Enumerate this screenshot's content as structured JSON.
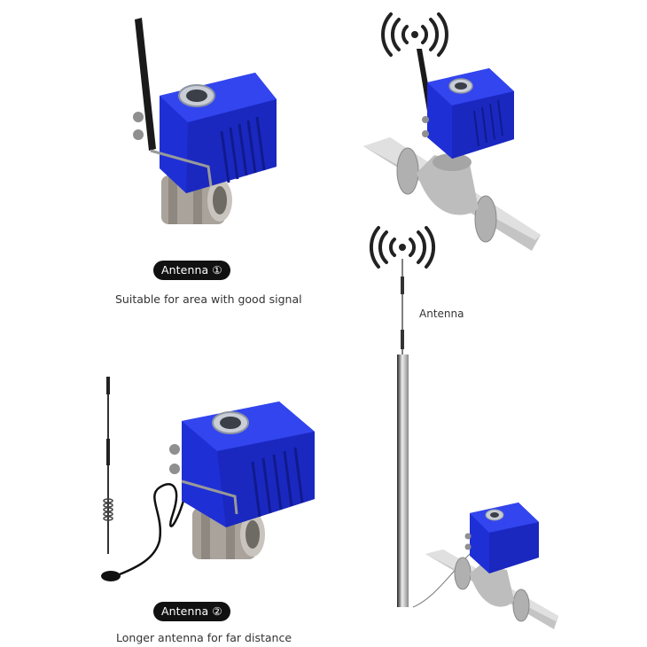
{
  "panels": [
    {
      "id": "antenna-1",
      "badge": "Antenna ①",
      "caption": "Suitable for area with good signal",
      "antenna_type": "short-whip-antenna"
    },
    {
      "id": "antenna-2",
      "badge": "Antenna ②",
      "caption": "Longer antenna for far distance",
      "antenna_type": "magnetic-base-spring-antenna"
    }
  ],
  "right_panel": {
    "antenna_label": "Antenna",
    "icons": [
      "wifi-signal-icon",
      "wifi-signal-icon"
    ]
  },
  "colors": {
    "actuator_blue": "#1f2fd6",
    "actuator_dark_blue": "#1420a0",
    "badge_bg": "#111111",
    "steel": "#b8b8b8"
  }
}
